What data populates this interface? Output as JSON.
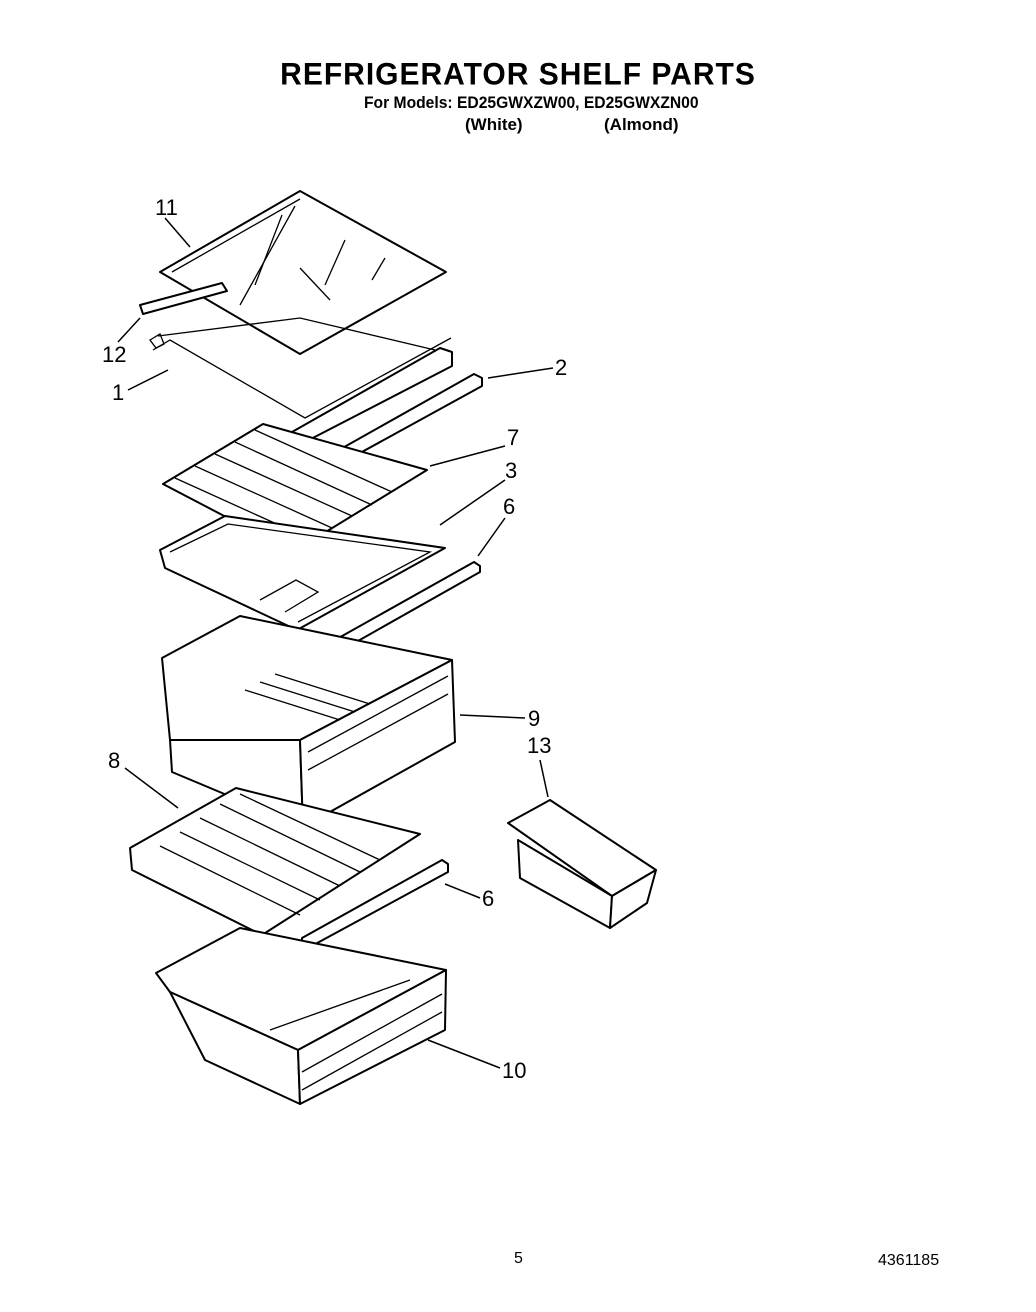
{
  "header": {
    "title": "REFRIGERATOR SHELF PARTS",
    "models_line": "For Models: ED25GWXZW00, ED25GWXZN00",
    "color_white": "(White)",
    "color_almond": "(Almond)"
  },
  "callouts": {
    "c11": "11",
    "c12": "12",
    "c1": "1",
    "c2": "2",
    "c7": "7",
    "c3": "3",
    "c6a": "6",
    "c9": "9",
    "c13": "13",
    "c8": "8",
    "c6b": "6",
    "c10": "10"
  },
  "footer": {
    "page_number": "5",
    "doc_number": "4361185"
  }
}
